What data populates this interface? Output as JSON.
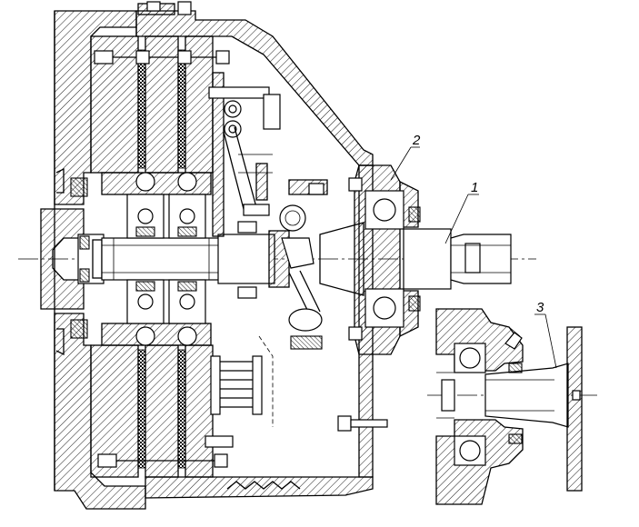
{
  "figure": {
    "description_type": "engineering-cross-section",
    "callouts": [
      {
        "id": "callout-1",
        "text": "1"
      },
      {
        "id": "callout-2",
        "text": "2"
      },
      {
        "id": "callout-3",
        "text": "3"
      }
    ]
  }
}
